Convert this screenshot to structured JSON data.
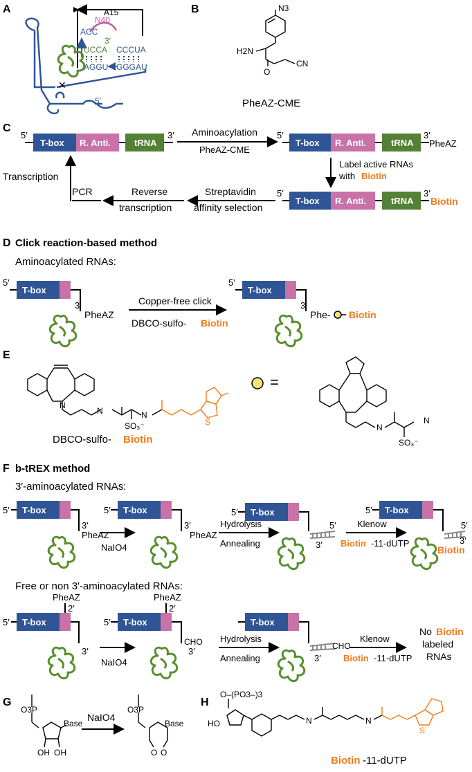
{
  "panel_labels": {
    "A": "A",
    "B": "B",
    "C": "C",
    "D": "D",
    "E": "E",
    "F": "F",
    "G": "G",
    "H": "H"
  },
  "colors": {
    "tbox": "#2f5597",
    "anti": "#c972a8",
    "trna": "#538135",
    "biotin": "#f07b1a",
    "rna_green": "#5a8f2e"
  },
  "panel_a": {
    "a15": "A15",
    "n40": "N40",
    "acc": "ACC",
    "ucca": "UCCA",
    "cccua": "CCCUA",
    "aggu": "AGGU",
    "gggau": "GGGAU",
    "three_prime": "3′",
    "five_prime": "5′"
  },
  "panel_b": {
    "nh2": "H2N",
    "n3": "N3",
    "o": "O",
    "cn": "CN",
    "caption": "PheAZ-CME"
  },
  "panel_c": {
    "five": "5′",
    "three": "3′",
    "tbox": "T-box",
    "anti": "R. Anti.",
    "trna": "tRNA",
    "aminoacylation": "Aminoacylation",
    "reagent": "PheAZ-CME",
    "phe_az": "PheAZ",
    "label_active": "Label active RNAs",
    "with": "with",
    "biotin": "Biotin",
    "transcription": "Transcription",
    "pcr": "PCR",
    "reverse": "Reverse",
    "transcription2": "transcription",
    "streptavidin": "Streptavidin",
    "affinity": "affinity selection"
  },
  "panel_d": {
    "title": "Click reaction-based method",
    "subtitle": "Aminoacylated RNAs:",
    "tbox": "T-box",
    "five": "5′",
    "three": "3′",
    "phe_az": "PheAZ",
    "click": "Copper-free click",
    "dbco": "DBCO-sulfo-",
    "biotin": "Biotin",
    "phe": "Phe-"
  },
  "panel_e": {
    "caption_a": "DBCO-sulfo-",
    "caption_b": "Biotin",
    "equals": "="
  },
  "panel_f": {
    "title": "b-tREX method",
    "sub1": "3′-aminoacylated RNAs:",
    "sub2": "Free or non 3′-aminoacylated RNAs:",
    "tbox": "T-box",
    "five": "5′",
    "three": "3′",
    "two": "2′",
    "phe_az": "PheAZ",
    "naio4": "NaIO4",
    "hydrolysis": "Hydrolysis",
    "annealing": "Annealing",
    "klenow": "Klenow",
    "biotin": "Biotin",
    "dutp": "-11-dUTP",
    "cho": "CHO",
    "no": "No",
    "labeled": "labeled",
    "rnas": "RNAs"
  },
  "panel_g": {
    "naio4": "NaIO4",
    "base": "Base",
    "o3p": "O3P",
    "oh": "OH"
  },
  "panel_h": {
    "caption_b": "Biotin",
    "caption_rest": "-11-dUTP",
    "po3": "O–(PO3–)3",
    "ho": "HO"
  }
}
